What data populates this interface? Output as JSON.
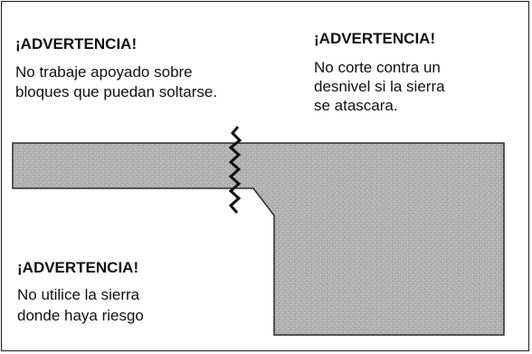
{
  "warnings": [
    {
      "title": "¡ADVERTENCIA!",
      "text": "No trabaje apoyado sobre\nbloques que puedan soltarse."
    },
    {
      "title": "¡ADVERTENCIA!",
      "text": "No corte contra un\ndesnivel si la sierra\nse atascara."
    },
    {
      "title": "¡ADVERTENCIA!",
      "text": "No utilice la sierra\ndonde haya riesgo"
    }
  ],
  "colors": {
    "concrete": "#b4b4b4",
    "concrete_speckle": "#8c8c8c",
    "outline": "#2a2a2a",
    "crack": "#111111"
  }
}
